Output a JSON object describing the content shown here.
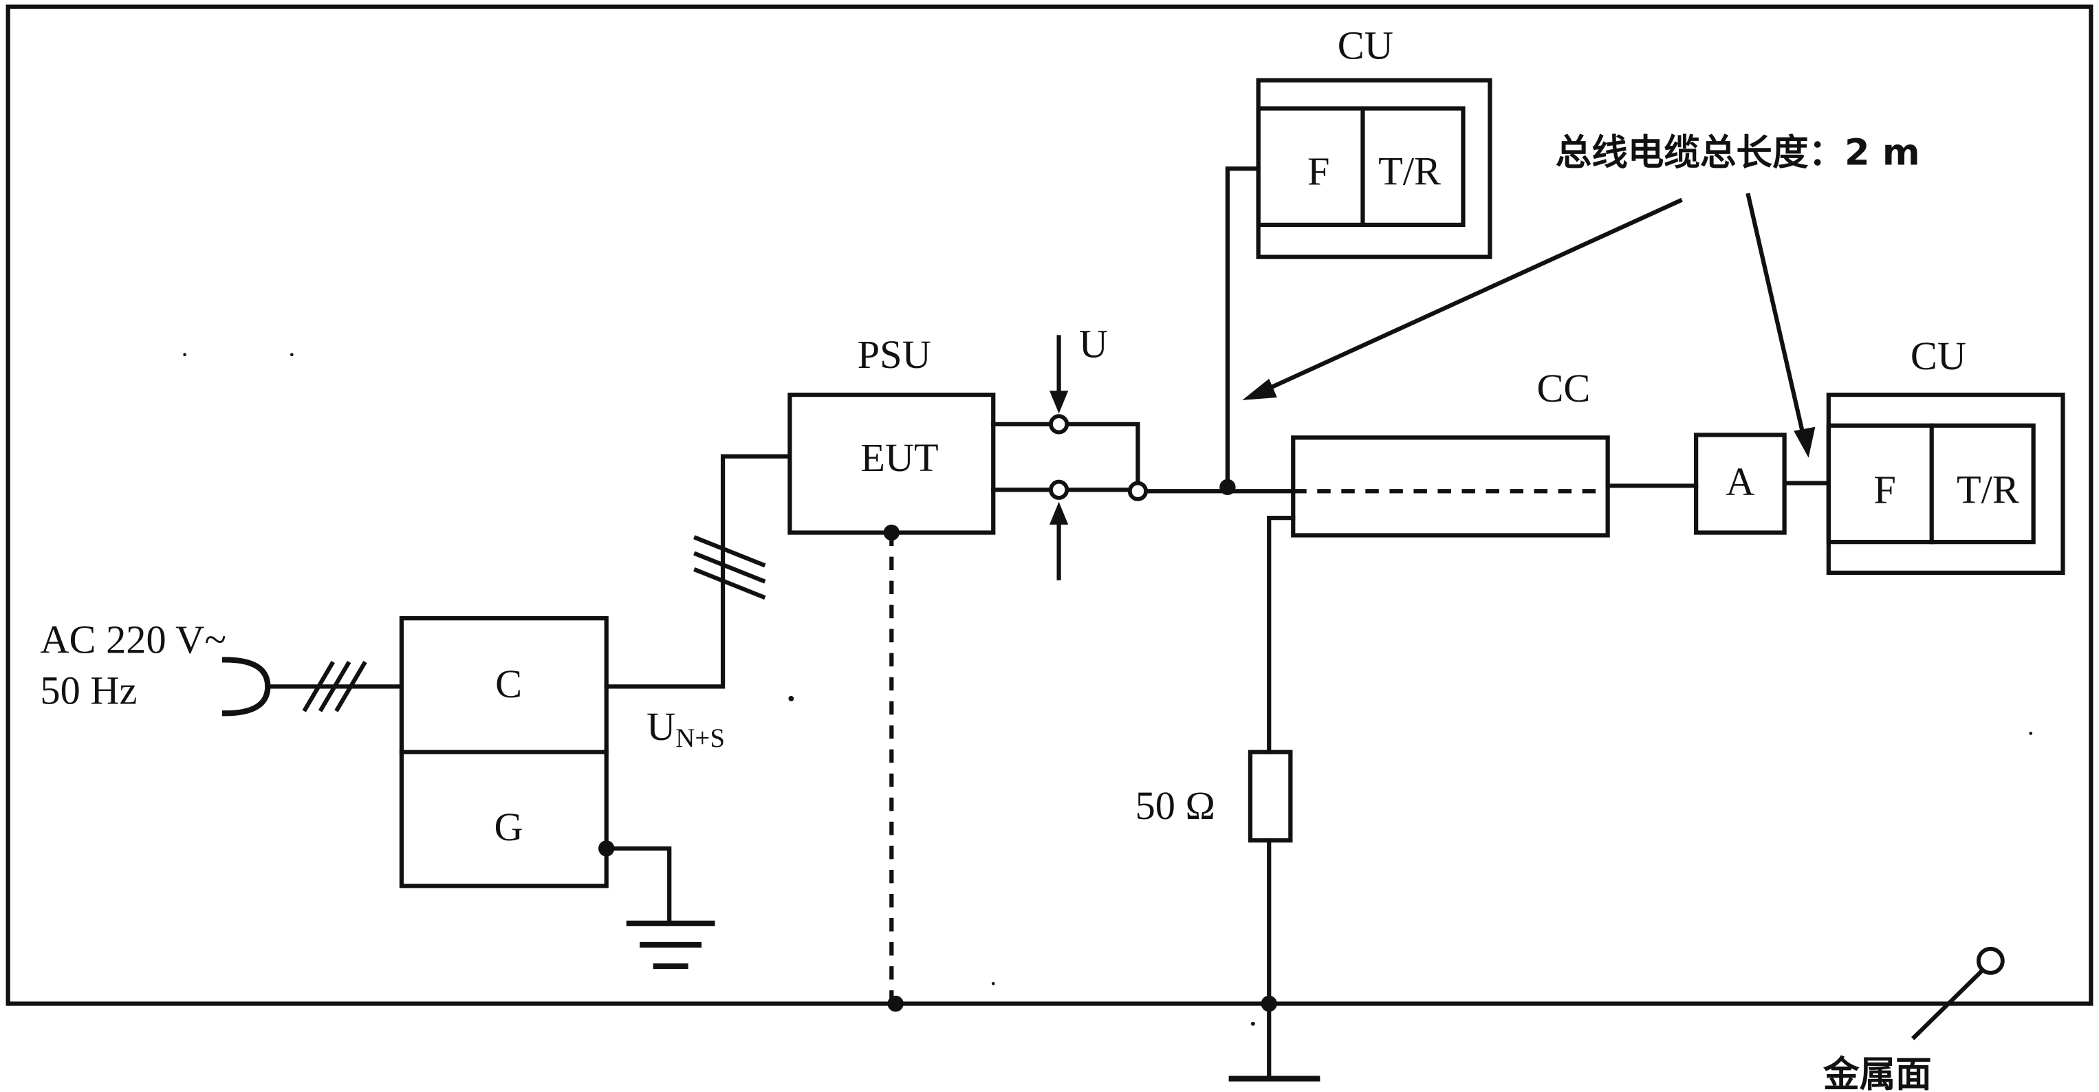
{
  "labels": {
    "cu_top": "CU",
    "cu_right": "CU",
    "f": "F",
    "tr": "T/R",
    "psu": "PSU",
    "eut": "EUT",
    "u": "U",
    "cc": "CC",
    "a": "A",
    "c": "C",
    "g": "G",
    "ac_line1": "AC 220 V~",
    "ac_line2": "50 Hz",
    "un_base": "U",
    "un_sub": "N+S",
    "resistor": "50  Ω",
    "bus_cable_length": "总线电缆总长度：2 m",
    "metal_surface": "金属面"
  },
  "colors": {
    "line": "#111111",
    "background": "#ffffff"
  }
}
